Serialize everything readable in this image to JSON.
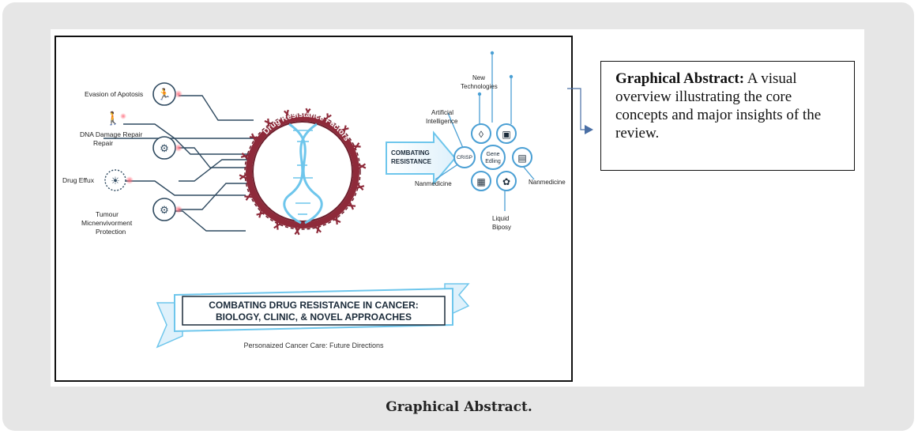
{
  "figure": {
    "factors": [
      {
        "label": "Evasion of Apotosis",
        "icon": "running-person-icon"
      },
      {
        "label": "DNA Damage Repair",
        "label2": "Repair",
        "icon": "walking-person-icon"
      },
      {
        "label": "",
        "icon": "gear-hand-icon"
      },
      {
        "label": "Drug Effux",
        "icon": "sun-cell-icon"
      },
      {
        "label": "Tumour",
        "label2": "Micnenvivorment",
        "label3": "Protection",
        "icon": "gears-icon"
      }
    ],
    "ring_label": "Drug Resistance Factors",
    "combat_arrow": {
      "line1": "COMBATING",
      "line2": "RESISTANCE"
    },
    "tech": {
      "new_technologies": {
        "line1": "New",
        "line2": "Technologies"
      },
      "artificial_intelligence": {
        "line1": "Artificial",
        "line2": "Intelligence"
      },
      "crispr": "CRISP",
      "gene_editing": {
        "line1": "Gene",
        "line2": "Edling"
      },
      "nanomedicine_left": "Nanmedicine",
      "nanomedicine_right": "Nanmedicine",
      "liquid_biopsy": {
        "line1": "Liquid",
        "line2": "Biposy"
      }
    },
    "banner": {
      "line1": "COMBATING DRUG RESISTANCE IN CANCER:",
      "line2": "BIOLOGY, CLINIC, & NOVEL APPROACHES"
    },
    "subtitle": "Personaized Cancer Care: Future Directions"
  },
  "callout": {
    "bold": "Graphical Abstract:",
    "text": " A visual overview illustrating the core concepts and major insights of the review."
  },
  "caption": "Graphical Abstract.",
  "colors": {
    "ring": "#8e2a3a",
    "dna": "#6ec6ec",
    "tech": "#4a9fd4",
    "line": "#2f4a60"
  }
}
